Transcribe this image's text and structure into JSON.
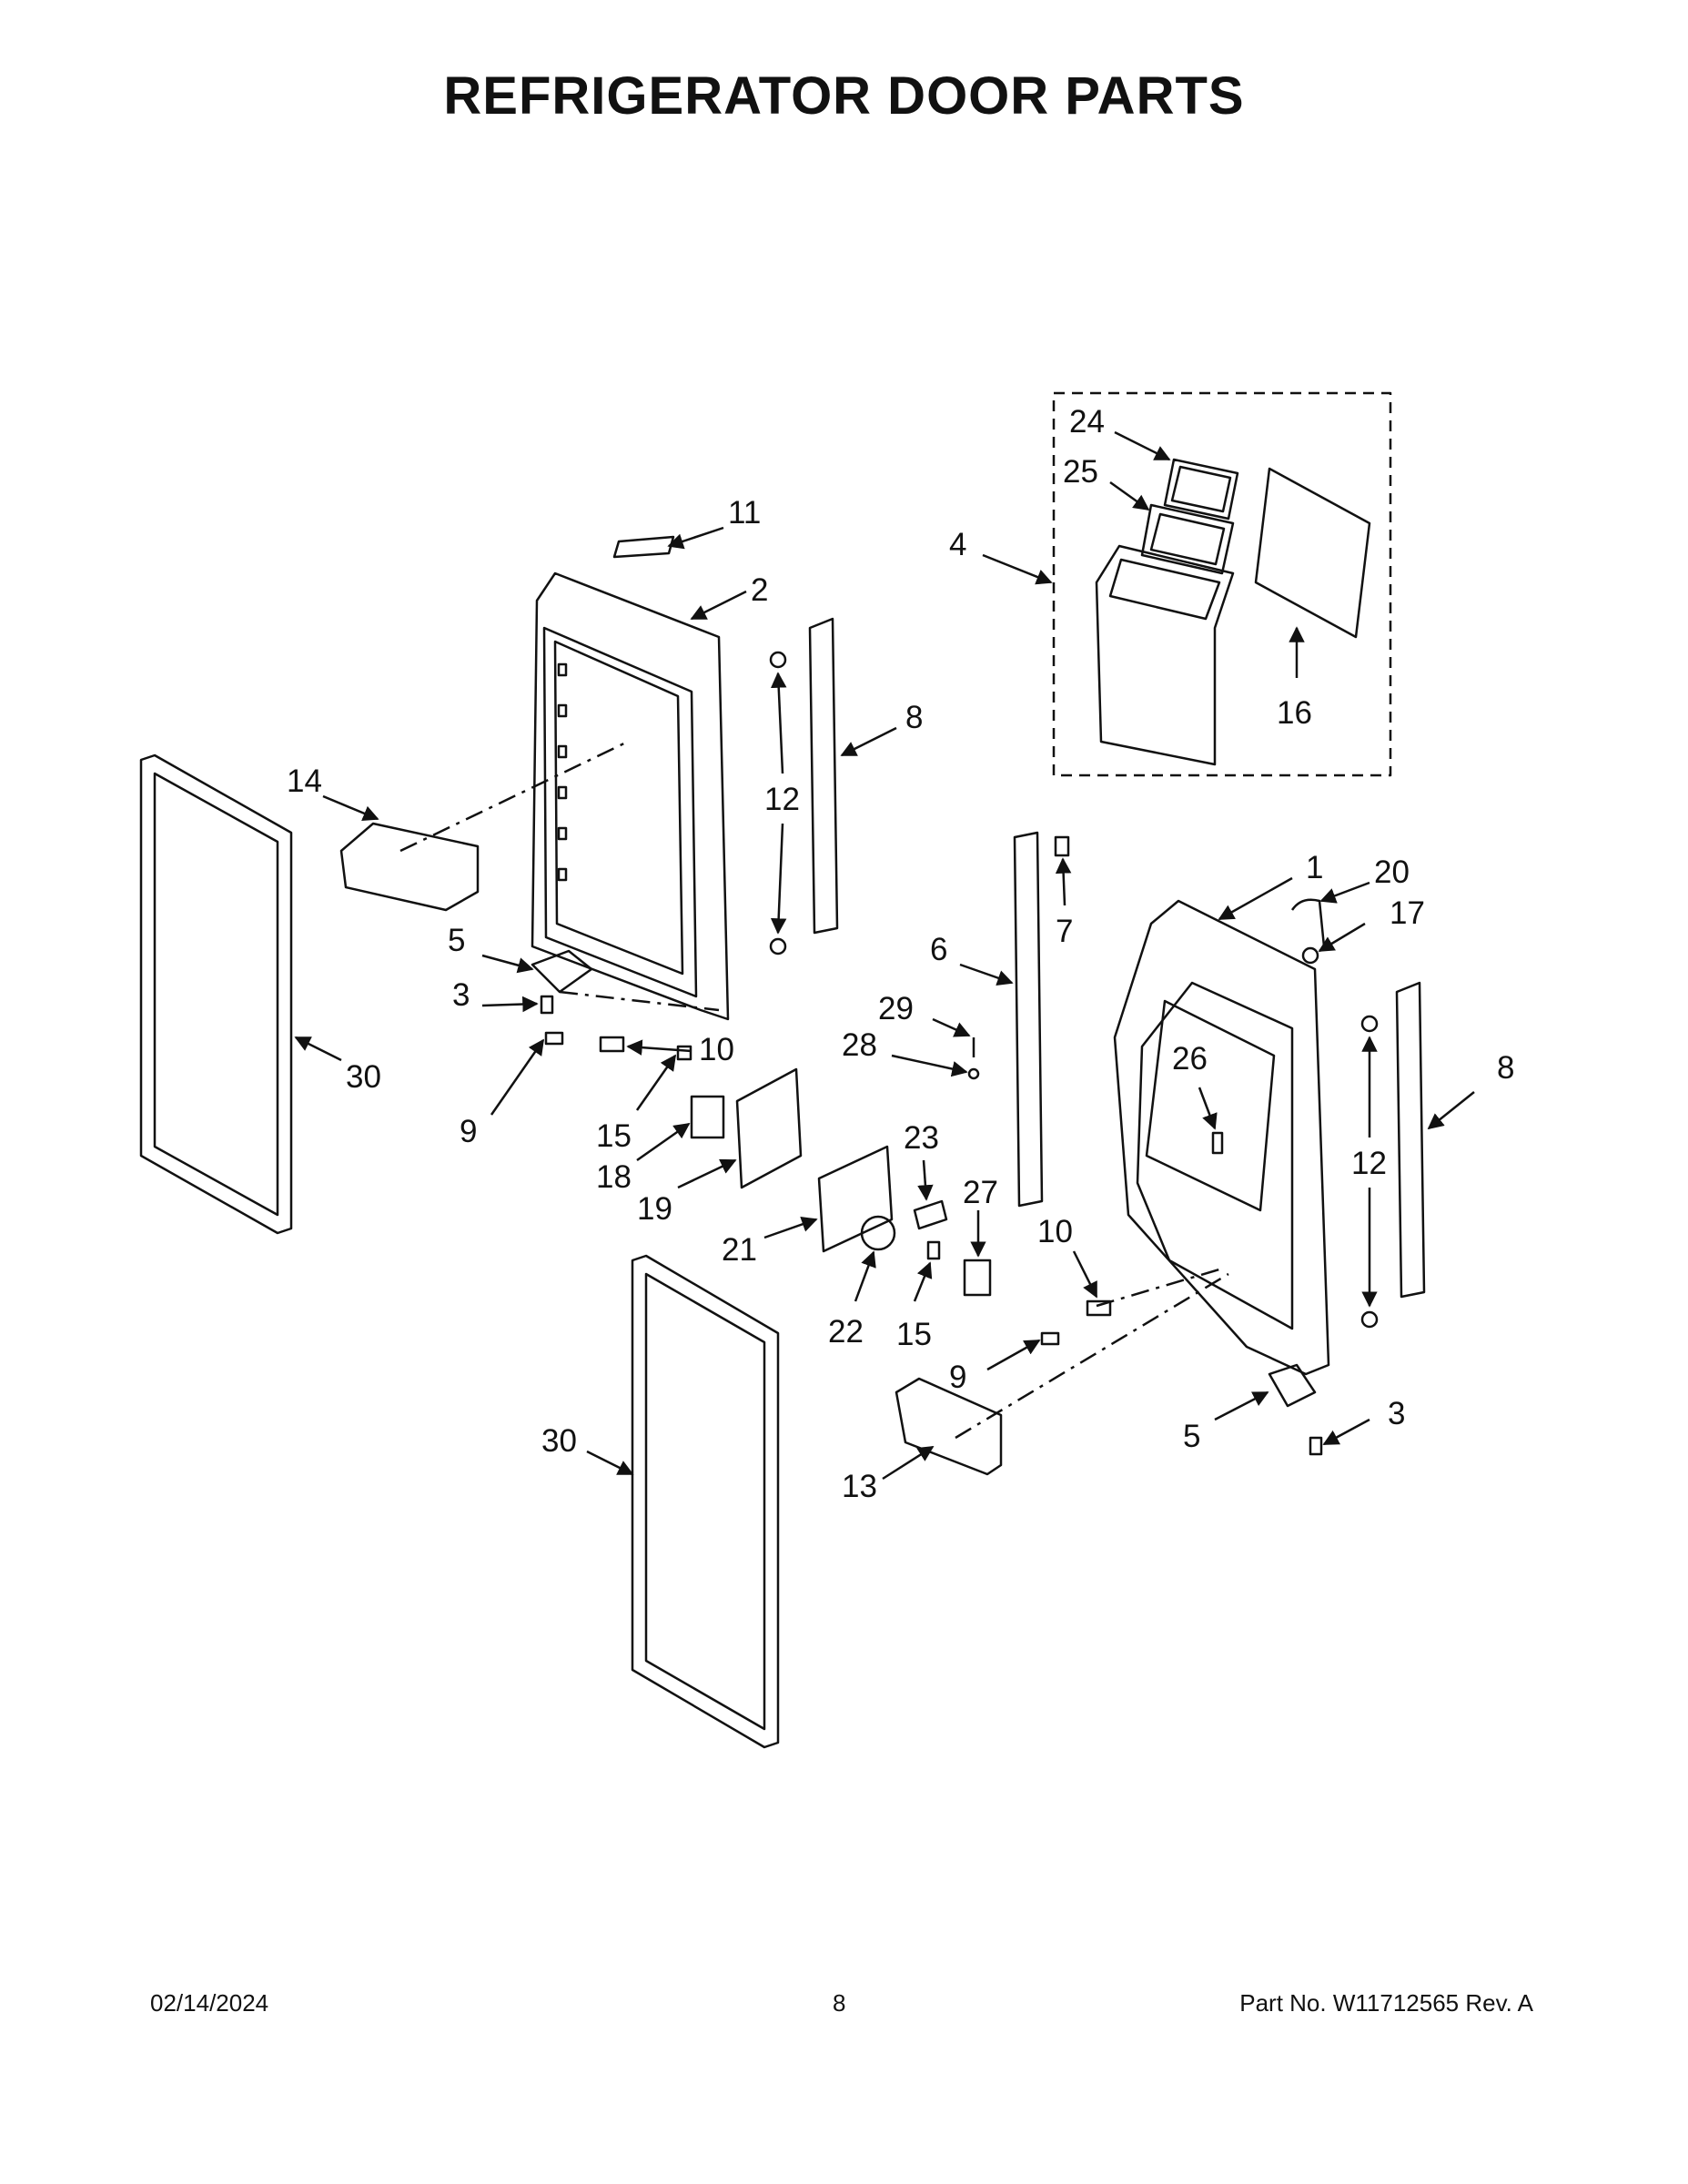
{
  "title": "REFRIGERATOR DOOR PARTS",
  "footer": {
    "date": "02/14/2024",
    "page": "8",
    "part": "Part No.  W11712565  Rev.  A"
  },
  "callouts": {
    "c1": "1",
    "c2": "2",
    "c3a": "3",
    "c3b": "3",
    "c4": "4",
    "c5a": "5",
    "c5b": "5",
    "c6": "6",
    "c7": "7",
    "c8a": "8",
    "c8b": "8",
    "c9a": "9",
    "c9b": "9",
    "c10a": "10",
    "c10b": "10",
    "c11": "11",
    "c12a": "12",
    "c12b": "12",
    "c13": "13",
    "c14": "14",
    "c15a": "15",
    "c15b": "15",
    "c16": "16",
    "c17": "17",
    "c18": "18",
    "c19": "19",
    "c20": "20",
    "c21": "21",
    "c22": "22",
    "c23": "23",
    "c24": "24",
    "c25": "25",
    "c26": "26",
    "c27": "27",
    "c28": "28",
    "c29": "29",
    "c30a": "30",
    "c30b": "30"
  }
}
